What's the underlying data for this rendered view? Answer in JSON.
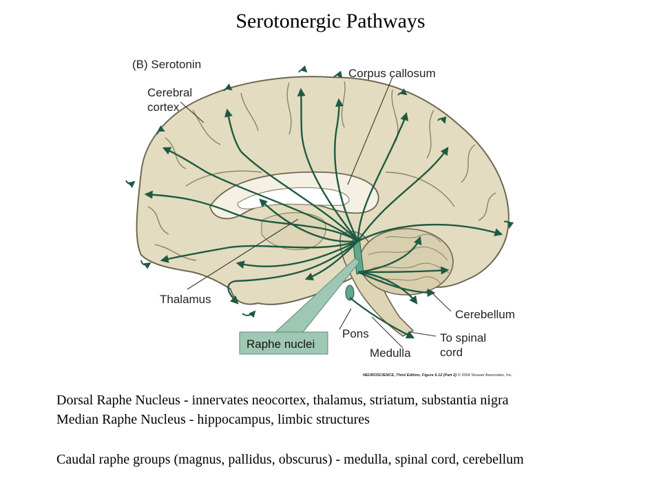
{
  "title": "Serotonergic Pathways",
  "figure": {
    "panel_label": "(B)  Serotonin",
    "labels": {
      "cerebral_cortex_1": "Cerebral",
      "cerebral_cortex_2": "cortex",
      "corpus_callosum": "Corpus callosum",
      "thalamus": "Thalamus",
      "raphe_nuclei": "Raphe nuclei",
      "pons": "Pons",
      "medulla": "Medulla",
      "cerebellum": "Cerebellum",
      "spinal_cord_1": "To spinal",
      "spinal_cord_2": "cord"
    },
    "credit_italic": "NEUROSCIENCE, Third Edition, Figure 6.12 (Part 2)",
    "credit_plain": " © 2004 Sinauer Associates, Inc.",
    "colors": {
      "brain_fill": "#e3dcc0",
      "brain_stroke": "#6e6652",
      "pathway": "#1e5a42",
      "raphe_box": "#9ec8b4",
      "ventricle": "#f4f1e4"
    }
  },
  "captions": [
    "Dorsal Raphe Nucleus - innervates neocortex, thalamus, striatum, substantia nigra",
    "Median Raphe Nucleus - hippocampus, limbic structures",
    "Caudal raphe groups (magnus, pallidus, obscurus) - medulla, spinal cord, cerebellum"
  ]
}
